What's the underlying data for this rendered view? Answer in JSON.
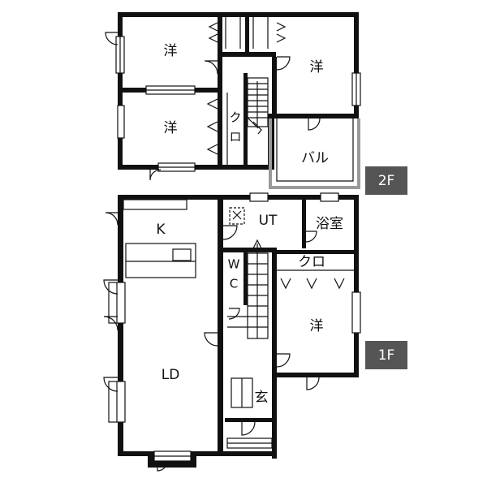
{
  "floors": {
    "second": {
      "tag": "2F",
      "rooms": {
        "western_top_left": "洋",
        "western_top_right": "洋",
        "western_mid_left": "洋",
        "closet": "クロ",
        "balcony": "バル"
      }
    },
    "first": {
      "tag": "1F",
      "rooms": {
        "kitchen": "K",
        "utility": "UT",
        "bathroom": "浴室",
        "toilet": "WC",
        "closet": "クロ",
        "western": "洋",
        "living_dining": "LD",
        "entrance": "玄"
      }
    }
  },
  "colors": {
    "wall": "#111111",
    "floor_tag_bg": "#555555",
    "balcony_wall": "#9a9a9a"
  }
}
